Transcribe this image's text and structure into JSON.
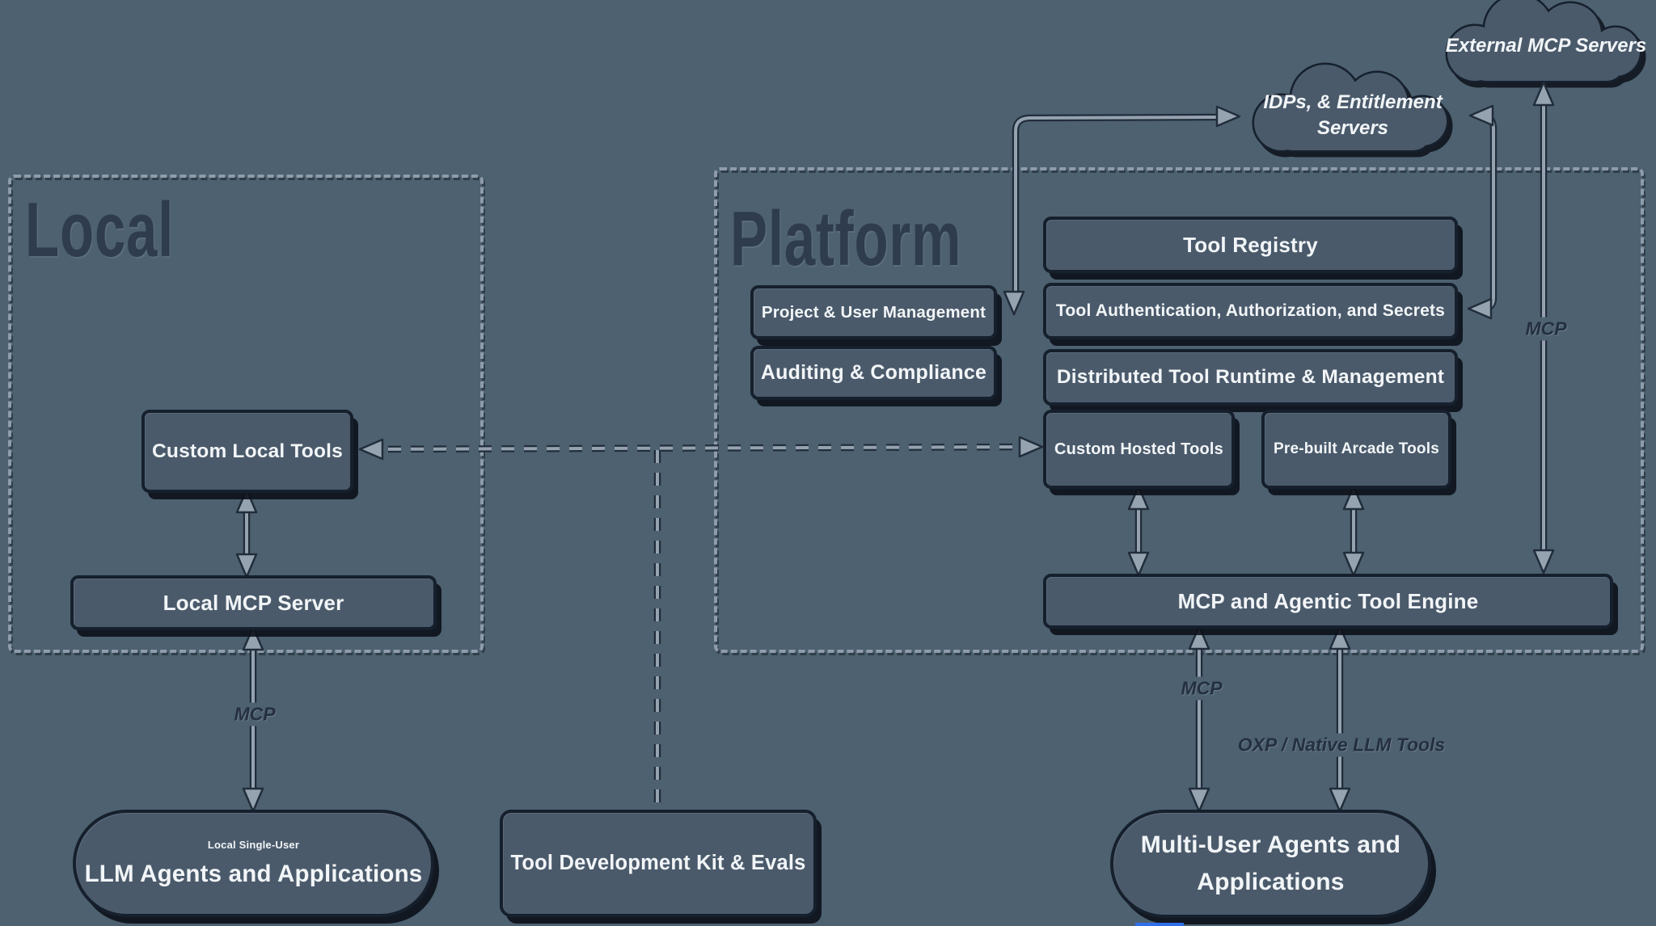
{
  "colors": {
    "background": "#4d6170",
    "node_fill": "#4a5a6b",
    "node_border": "#16202d",
    "text_light": "#f2f5f7",
    "text_dark": "#2e3c4e",
    "dash": "#8e9cab",
    "arrow_dark": "#222d3b",
    "arrow_light": "#95a3b1",
    "accent_sliver": "#2f6feb"
  },
  "groups": {
    "local_title": "Local",
    "platform_title": "Platform"
  },
  "clouds": {
    "external_label": "External MCP Servers",
    "idps_line1": "IDPs, & Entitlement",
    "idps_line2": "Servers"
  },
  "nodes": {
    "custom_local_tools": "Custom Local Tools",
    "local_mcp_server": "Local MCP Server",
    "project_user_mgmt": "Project & User Management",
    "auditing_compliance": "Auditing & Compliance",
    "tool_registry": "Tool Registry",
    "tool_auth": "Tool Authentication, Authorization, and Secrets",
    "distributed_runtime": "Distributed Tool Runtime & Management",
    "custom_hosted_tools": "Custom Hosted Tools",
    "prebuilt_arcade_tools": "Pre-built Arcade Tools",
    "engine": "MCP and Agentic Tool Engine",
    "tdk": "Tool Development Kit & Evals",
    "local_agents_line1": "Local Single-User",
    "local_agents_line2": "LLM Agents and Applications",
    "multi_user_line1": "Multi-User Agents and",
    "multi_user_line2": "Applications"
  },
  "edge_labels": {
    "mcp_local": "MCP",
    "mcp_external": "MCP",
    "mcp_agents": "MCP",
    "oxp": "OXP / Native LLM Tools"
  }
}
